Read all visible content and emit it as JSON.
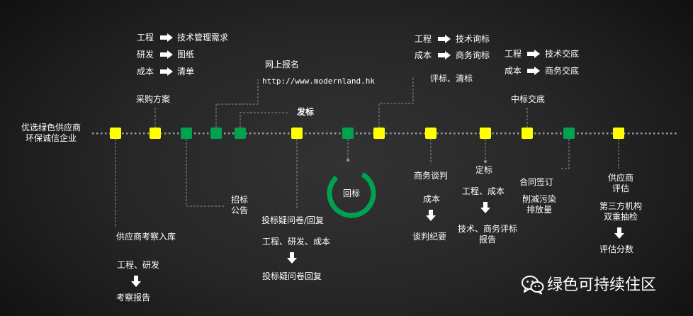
{
  "start_label": [
    "优选绿色供应商",
    "环保诚信企业"
  ],
  "top_group_1": [
    {
      "dept": "工程",
      "item": "技术管理需求"
    },
    {
      "dept": "研发",
      "item": "图纸"
    },
    {
      "dept": "成本",
      "item": "清单"
    }
  ],
  "procurement_plan": "采购方案",
  "online_signup": {
    "title": "网上报名",
    "url": "http://www.modernland.hk"
  },
  "issue_bid": "发标",
  "top_group_2": [
    {
      "dept": "工程",
      "item": "技术询标"
    },
    {
      "dept": "成本",
      "item": "商务询标"
    }
  ],
  "evaluation_clear": "评标、清标",
  "top_group_3": [
    {
      "dept": "工程",
      "item": "技术交底"
    },
    {
      "dept": "成本",
      "item": "商务交底"
    }
  ],
  "award_briefing": "中标交底",
  "supplier_review": {
    "label": "供应商考察入库",
    "sub": "工程、研发",
    "result": "考察报告"
  },
  "tender_notice": [
    "招标",
    "公告"
  ],
  "bid_questions": {
    "label": "投标疑问卷/回复",
    "sub": "工程、研发、成本",
    "result": "投标疑问卷回复"
  },
  "return_bid": "回标",
  "business_negotiation": {
    "label": "商务谈判",
    "sub": "成本",
    "result": "谈判纪要"
  },
  "decide_bid": {
    "label": "定标",
    "sub": "工程、成本",
    "result": [
      "技术、商务评标",
      "报告"
    ]
  },
  "contract": {
    "label": "合同签订",
    "note": [
      "削减污染",
      "排放量"
    ]
  },
  "supplier_eval": {
    "label": [
      "供应商",
      "评估"
    ],
    "audit": [
      "第三方机构",
      "双重抽检"
    ],
    "result": "评估分数"
  },
  "watermark": "绿色可持续住区",
  "colors": {
    "yellow": "#ffff00",
    "green": "#00a24f",
    "dots": "#9a9a9a",
    "connector": "#8c8c8c"
  },
  "milestones": [
    {
      "color": "yellow"
    },
    {
      "color": "yellow"
    },
    {
      "color": "green"
    },
    {
      "color": "green"
    },
    {
      "color": "green"
    },
    {
      "color": "yellow"
    },
    {
      "color": "green"
    },
    {
      "color": "yellow"
    },
    {
      "color": "yellow"
    },
    {
      "color": "yellow"
    },
    {
      "color": "yellow"
    },
    {
      "color": "green"
    },
    {
      "color": "yellow"
    }
  ]
}
